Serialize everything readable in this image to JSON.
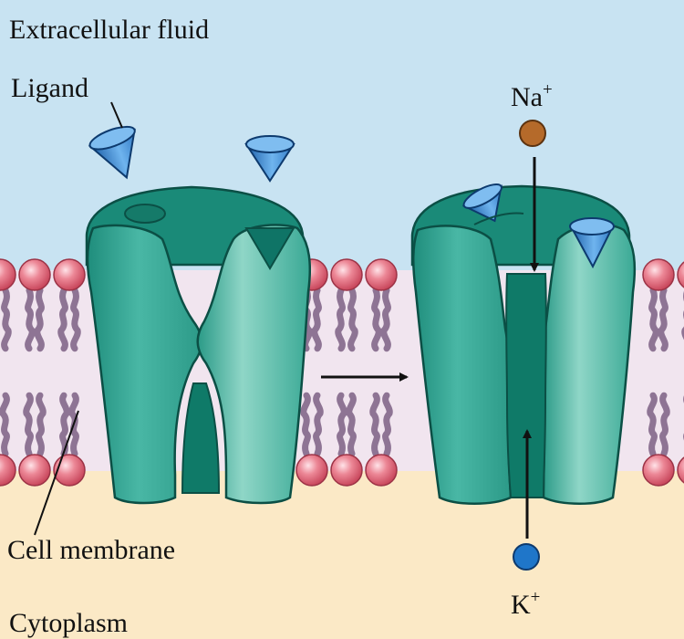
{
  "labels": {
    "extracellular": "Extracellular fluid",
    "ligand": "Ligand",
    "cell_membrane": "Cell membrane",
    "cytoplasm": "Cytoplasm",
    "na_base": "Na",
    "na_sup": "+",
    "k_base": "K",
    "k_sup": "+"
  },
  "colors": {
    "extracellular": "#c8e3f2",
    "cytoplasm": "#fbe9c6",
    "bilayer_core": "#f1e5ef",
    "lipid_head": "#e4687a",
    "lipid_tail": "#8e7494",
    "channel": "#36a897",
    "channel_dark": "#0f7a68",
    "ligand": "#3f92d6",
    "sodium": "#b56a2a",
    "potassium": "#1f76c9"
  }
}
